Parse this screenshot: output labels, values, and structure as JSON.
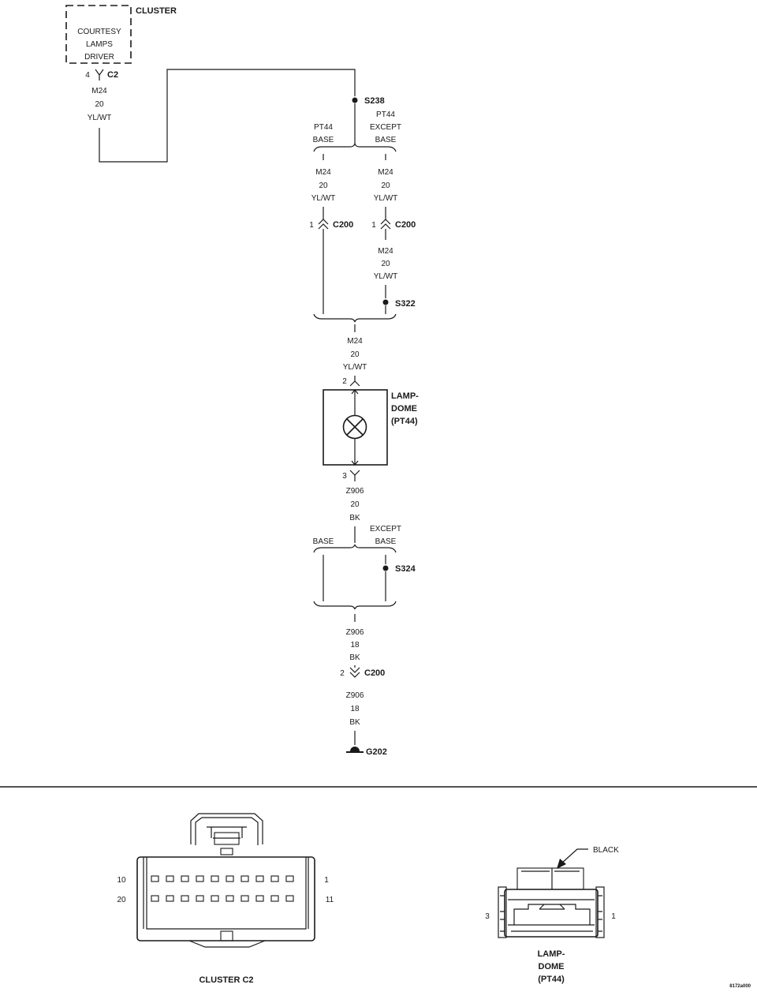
{
  "cluster": {
    "title": "CLUSTER",
    "driver_lines": [
      "COURTESY",
      "LAMPS",
      "DRIVER"
    ],
    "pin": "4",
    "connector": "C2",
    "wire": {
      "circuit": "M24",
      "gauge": "20",
      "color": "YL/WT"
    }
  },
  "splice_s238": "S238",
  "branch_top": {
    "left": [
      "PT44",
      "BASE"
    ],
    "right": [
      "PT44",
      "EXCEPT",
      "BASE"
    ]
  },
  "wire_m24": {
    "circuit": "M24",
    "gauge": "20",
    "color": "YL/WT"
  },
  "c200_left": {
    "pin": "1",
    "name": "C200"
  },
  "c200_right": {
    "pin": "1",
    "name": "C200"
  },
  "splice_s322": "S322",
  "lamp": {
    "title_lines": [
      "LAMP-",
      "DOME",
      "(PT44)"
    ],
    "pin_top": "2",
    "pin_bottom": "3"
  },
  "wire_z906_20": {
    "circuit": "Z906",
    "gauge": "20",
    "color": "BK"
  },
  "branch_bottom": {
    "left": [
      "BASE"
    ],
    "right": [
      "EXCEPT",
      "BASE"
    ]
  },
  "splice_s324": "S324",
  "wire_z906_18": {
    "circuit": "Z906",
    "gauge": "18",
    "color": "BK"
  },
  "c200_bottom": {
    "pin": "2",
    "name": "C200"
  },
  "ground": "G202",
  "cluster_c2_view": {
    "title": "CLUSTER C2",
    "pin_10": "10",
    "pin_1": "1",
    "pin_20": "20",
    "pin_11": "11"
  },
  "lamp_dome_view": {
    "title_lines": [
      "LAMP-",
      "DOME",
      "(PT44)"
    ],
    "callout": "BLACK",
    "pin_3": "3",
    "pin_1": "1"
  },
  "figure_id": "8172a000"
}
